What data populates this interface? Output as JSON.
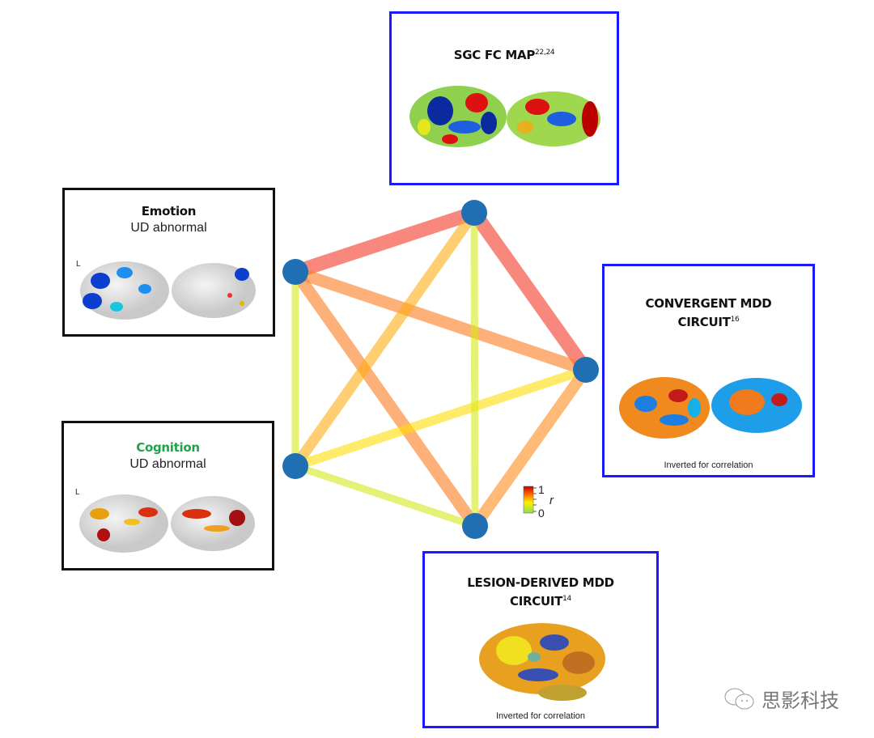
{
  "boxes": {
    "sgc": {
      "title": "SGC FC MAP",
      "sup": "22,24"
    },
    "emotion": {
      "title": "Emotion",
      "subtitle": "UD abnormal",
      "side_label": "L"
    },
    "cognition": {
      "title": "Cognition",
      "subtitle": "UD abnormal",
      "side_label": "L",
      "title_color": "#1fa34a"
    },
    "convergent": {
      "title_line1": "CONVERGENT MDD",
      "title_line2": "CIRCUIT",
      "sup": "16",
      "note": "Inverted for correlation"
    },
    "lesion": {
      "title_line1": "LESION-DERIVED MDD",
      "title_line2": "CIRCUIT",
      "sup": "14",
      "note": "Inverted for correlation"
    }
  },
  "colorbar": {
    "max_label": "1",
    "min_label": "0",
    "var_label": "r"
  },
  "edges": [
    {
      "from": "emotion",
      "to": "sgc",
      "r": 0.95
    },
    {
      "from": "sgc",
      "to": "convergent",
      "r": 0.95
    },
    {
      "from": "emotion",
      "to": "convergent",
      "r": 0.75
    },
    {
      "from": "emotion",
      "to": "lesion",
      "r": 0.75
    },
    {
      "from": "convergent",
      "to": "lesion",
      "r": 0.7
    },
    {
      "from": "sgc",
      "to": "cognition",
      "r": 0.6
    },
    {
      "from": "cognition",
      "to": "convergent",
      "r": 0.45
    },
    {
      "from": "emotion",
      "to": "cognition",
      "r": 0.25
    },
    {
      "from": "sgc",
      "to": "lesion",
      "r": 0.25
    },
    {
      "from": "cognition",
      "to": "lesion",
      "r": 0.25
    }
  ],
  "node_color": "#1f6fb2",
  "watermark": "思影科技"
}
